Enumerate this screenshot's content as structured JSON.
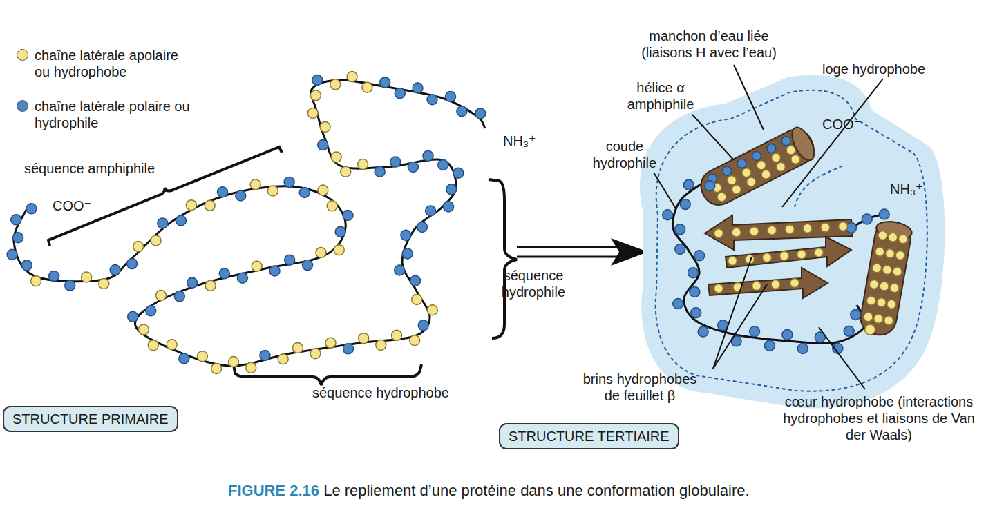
{
  "diagram": {
    "caption": "FIGURE 2.16 Le repliement d’une protéine dans une conformation globulaire.",
    "nodes": [
      {
        "text": [
          "STRUCTURE PRIMAIRE"
        ]
      },
      {
        "text": [
          "STRUCTURE TERTIAIRE"
        ]
      }
    ],
    "labels": [
      "séquence amphiphile",
      "COO⁻",
      "NH₃⁺",
      "séquence hydrophile",
      "séquence hydrophobe",
      "manchon d’eau liée (liaisons H avec l’eau)",
      "hélice α amphiphile",
      "loge hydrophobe",
      "coude hydrophile",
      "COO⁻",
      "NH₃⁺",
      "brins hydrophobes de feuillet β",
      "cœur hydrophobe (interactions hydrophobes et liaisons de Van der Waals)"
    ],
    "legend": [
      {
        "text": "chaîne latérale apolaire ou hydrophobe",
        "color": "#f6e38e"
      },
      {
        "text": "chaîne latérale polaire ou hydrophile",
        "color": "#4f86c6"
      }
    ]
  }
}
